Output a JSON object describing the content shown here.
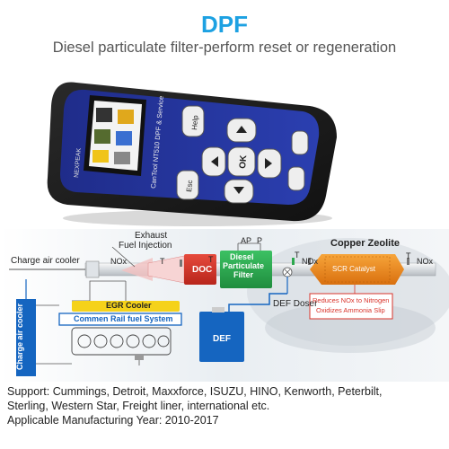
{
  "header": {
    "title": "DPF",
    "subtitle": "Diesel particulate filter-perform reset or regeneration"
  },
  "device": {
    "brand": "NEXPEAK",
    "model_text": "CanTool NT510 DPF & Service",
    "keys": {
      "help": "Help",
      "ok": "OK",
      "esc": "Esc"
    }
  },
  "diagram": {
    "labels": {
      "exhaust": "Exhaust",
      "fuel_injection": "Fuel Injection",
      "charge_air_cooler": "Charge air cooler",
      "nox_left": "NOx",
      "t_left": "T",
      "doc": "DOC",
      "t_doc": "T",
      "ap": "AP",
      "p": "P",
      "dpf_line1": "Diesel",
      "dpf_line2": "Particulate",
      "dpf_line3": "Filter",
      "copper_zeolite": "Copper Zeolite",
      "t_mid": "T",
      "nox_mid": "NOx",
      "scr": "SCR Catalyst",
      "t_right": "T",
      "nox_right": "NOx",
      "def_doser": "DEF Doser",
      "egr_cooler": "EGR Cooler",
      "rail": "Commen Rail fuel System",
      "vertical_cooler": "Charge air cooler",
      "def_tank": "DEF",
      "reduce_line1": "Reduces NOx to Nitrogen",
      "reduce_line2": "Oxidizes Ammonia Slip"
    },
    "colors": {
      "blue": "#1565c0",
      "green": "#2ca84e",
      "red": "#d9342b",
      "orange": "#f08a1c",
      "yellow": "#f5d21a"
    }
  },
  "footer": {
    "line1": "Support: Cummings, Detroit, Maxxforce, ISUZU, HINO, Kenworth, Peterbilt,",
    "line2": "Sterling, Western Star, Freight liner, international etc.",
    "line3": "Applicable Manufacturing Year: 2010-2017"
  }
}
